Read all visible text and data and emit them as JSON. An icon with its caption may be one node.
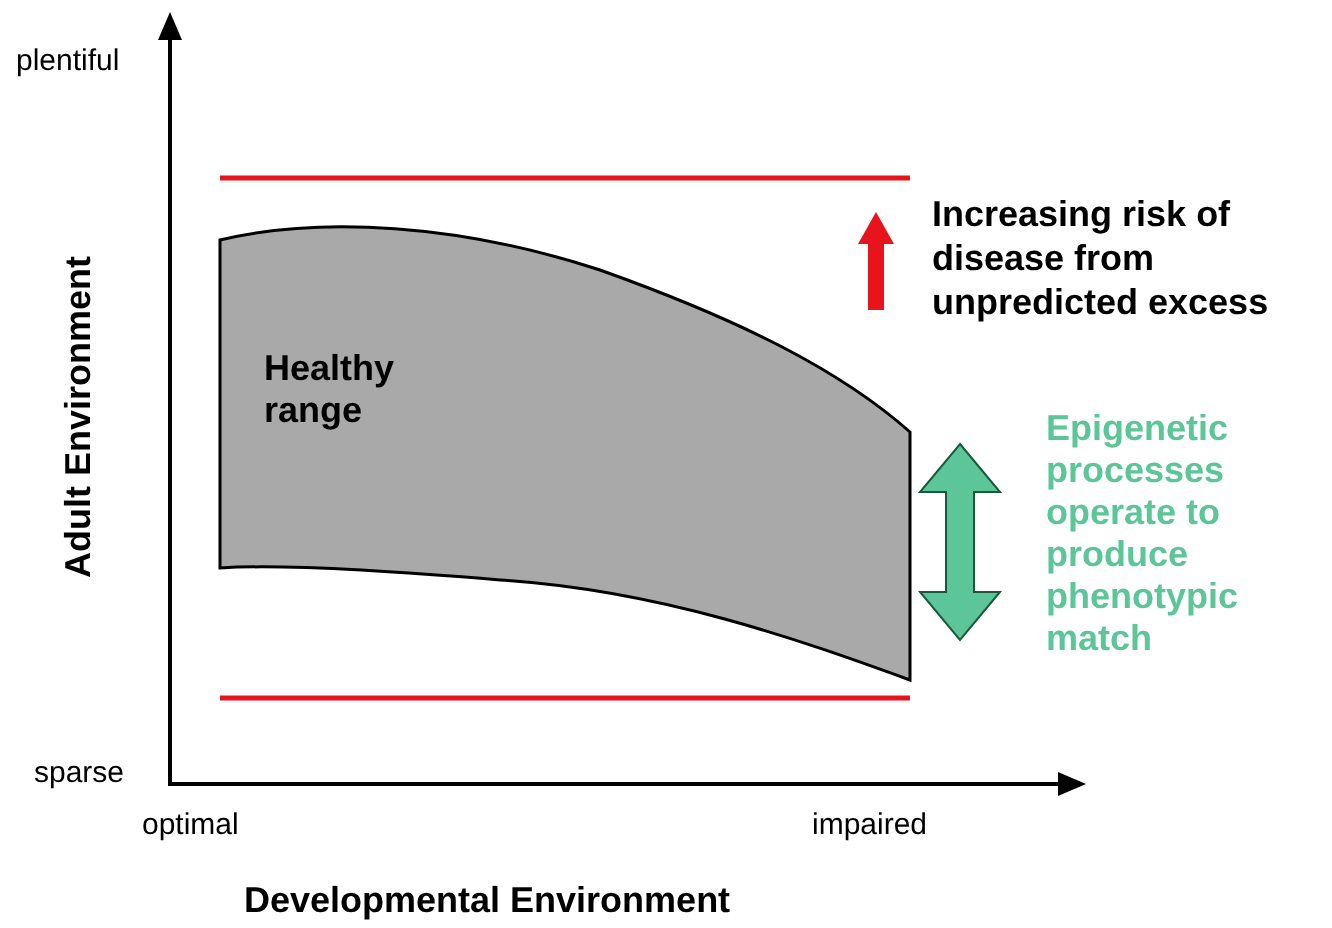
{
  "diagram": {
    "nodes": [
      {
        "text": [
          "Healthy range"
        ]
      }
    ],
    "labels": [
      "plentiful",
      "sparse",
      "Adult Environment",
      "optimal",
      "impaired",
      "Developmental Environment",
      "Increasing risk of disease from unpredicted excess",
      "Epigenetic processes operate to produce phenotypic match"
    ]
  }
}
